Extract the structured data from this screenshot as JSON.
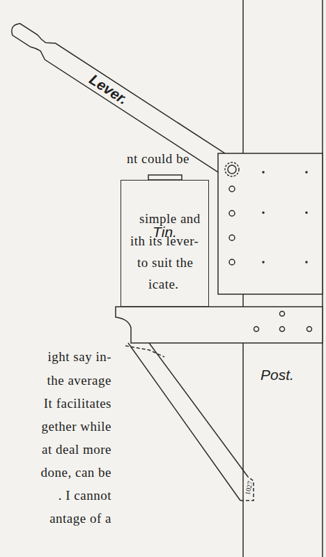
{
  "diagram": {
    "nodes": [
      {
        "text": [
          "Tin."
        ]
      }
    ],
    "labels": [
      "nt could be",
      "simple and",
      "ith its lever-",
      "to suit the",
      "icate.",
      "ight say in-",
      "the average",
      "It facilitates",
      "gether while",
      "at deal more",
      "done, can be",
      ". I cannot",
      "antage of a",
      "Lever.",
      "Post.",
      "1027"
    ]
  }
}
